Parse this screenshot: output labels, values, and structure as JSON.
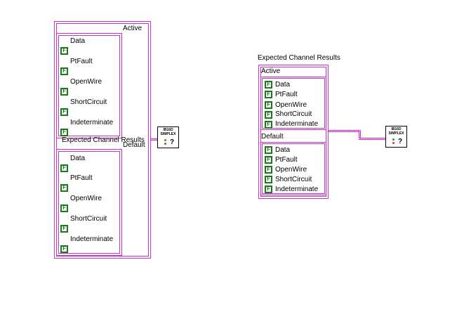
{
  "left_cluster": {
    "case_label": "Active",
    "top_items": [
      "Data",
      "PtFault",
      "OpenWire",
      "ShortCircuit",
      "Indeterminate"
    ],
    "cluster_label": "Expected Channel Results",
    "default_label": "Default",
    "bottom_items": [
      "Data",
      "PtFault",
      "OpenWire",
      "ShortCircuit",
      "Indeterminate"
    ],
    "bool_glyph": "F"
  },
  "right_cluster": {
    "cluster_label": "Expected Channel Results",
    "active_label": "Active",
    "active_items": [
      "Data",
      "PtFault",
      "OpenWire",
      "ShortCircuit",
      "Indeterminate"
    ],
    "default_label": "Default",
    "default_items": [
      "Data",
      "PtFault",
      "OpenWire",
      "ShortCircuit",
      "Indeterminate"
    ],
    "bool_glyph": "F"
  },
  "subvi": {
    "line1": "IB16D",
    "line2": "SIMPLEX",
    "glyph": "?"
  },
  "colors": {
    "wire": "#cc33cc",
    "boolean": "#1a7a1a"
  }
}
